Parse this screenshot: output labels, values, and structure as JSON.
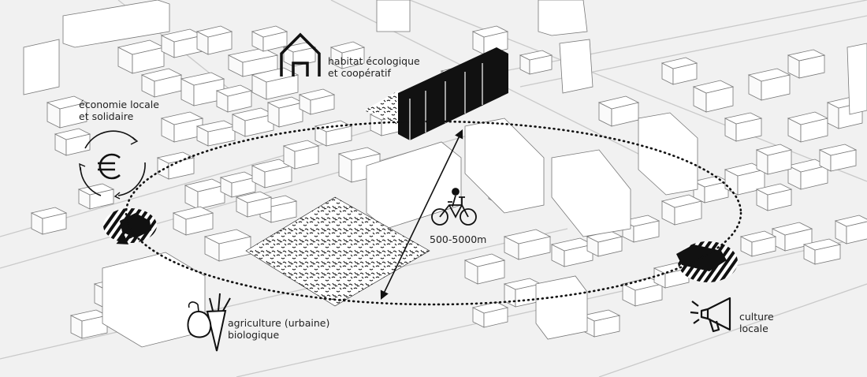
{
  "labels": {
    "housing": [
      "habitat écologique",
      "et coopératif"
    ],
    "economy": [
      "économie locale",
      "et solidaire"
    ],
    "agriculture": [
      "agriculture (urbaine)",
      "biologique"
    ],
    "culture": [
      "culture",
      "locale"
    ],
    "distance": "500-5000m"
  },
  "icons": [
    "house-icon",
    "euro-cycle-icon",
    "bicycle-icon",
    "fruit-vegetable-icon",
    "megaphone-icon"
  ],
  "colors": {
    "background": "#f1f1f1",
    "building": "#ffffff",
    "line": "#222222",
    "dark": "#111111"
  }
}
